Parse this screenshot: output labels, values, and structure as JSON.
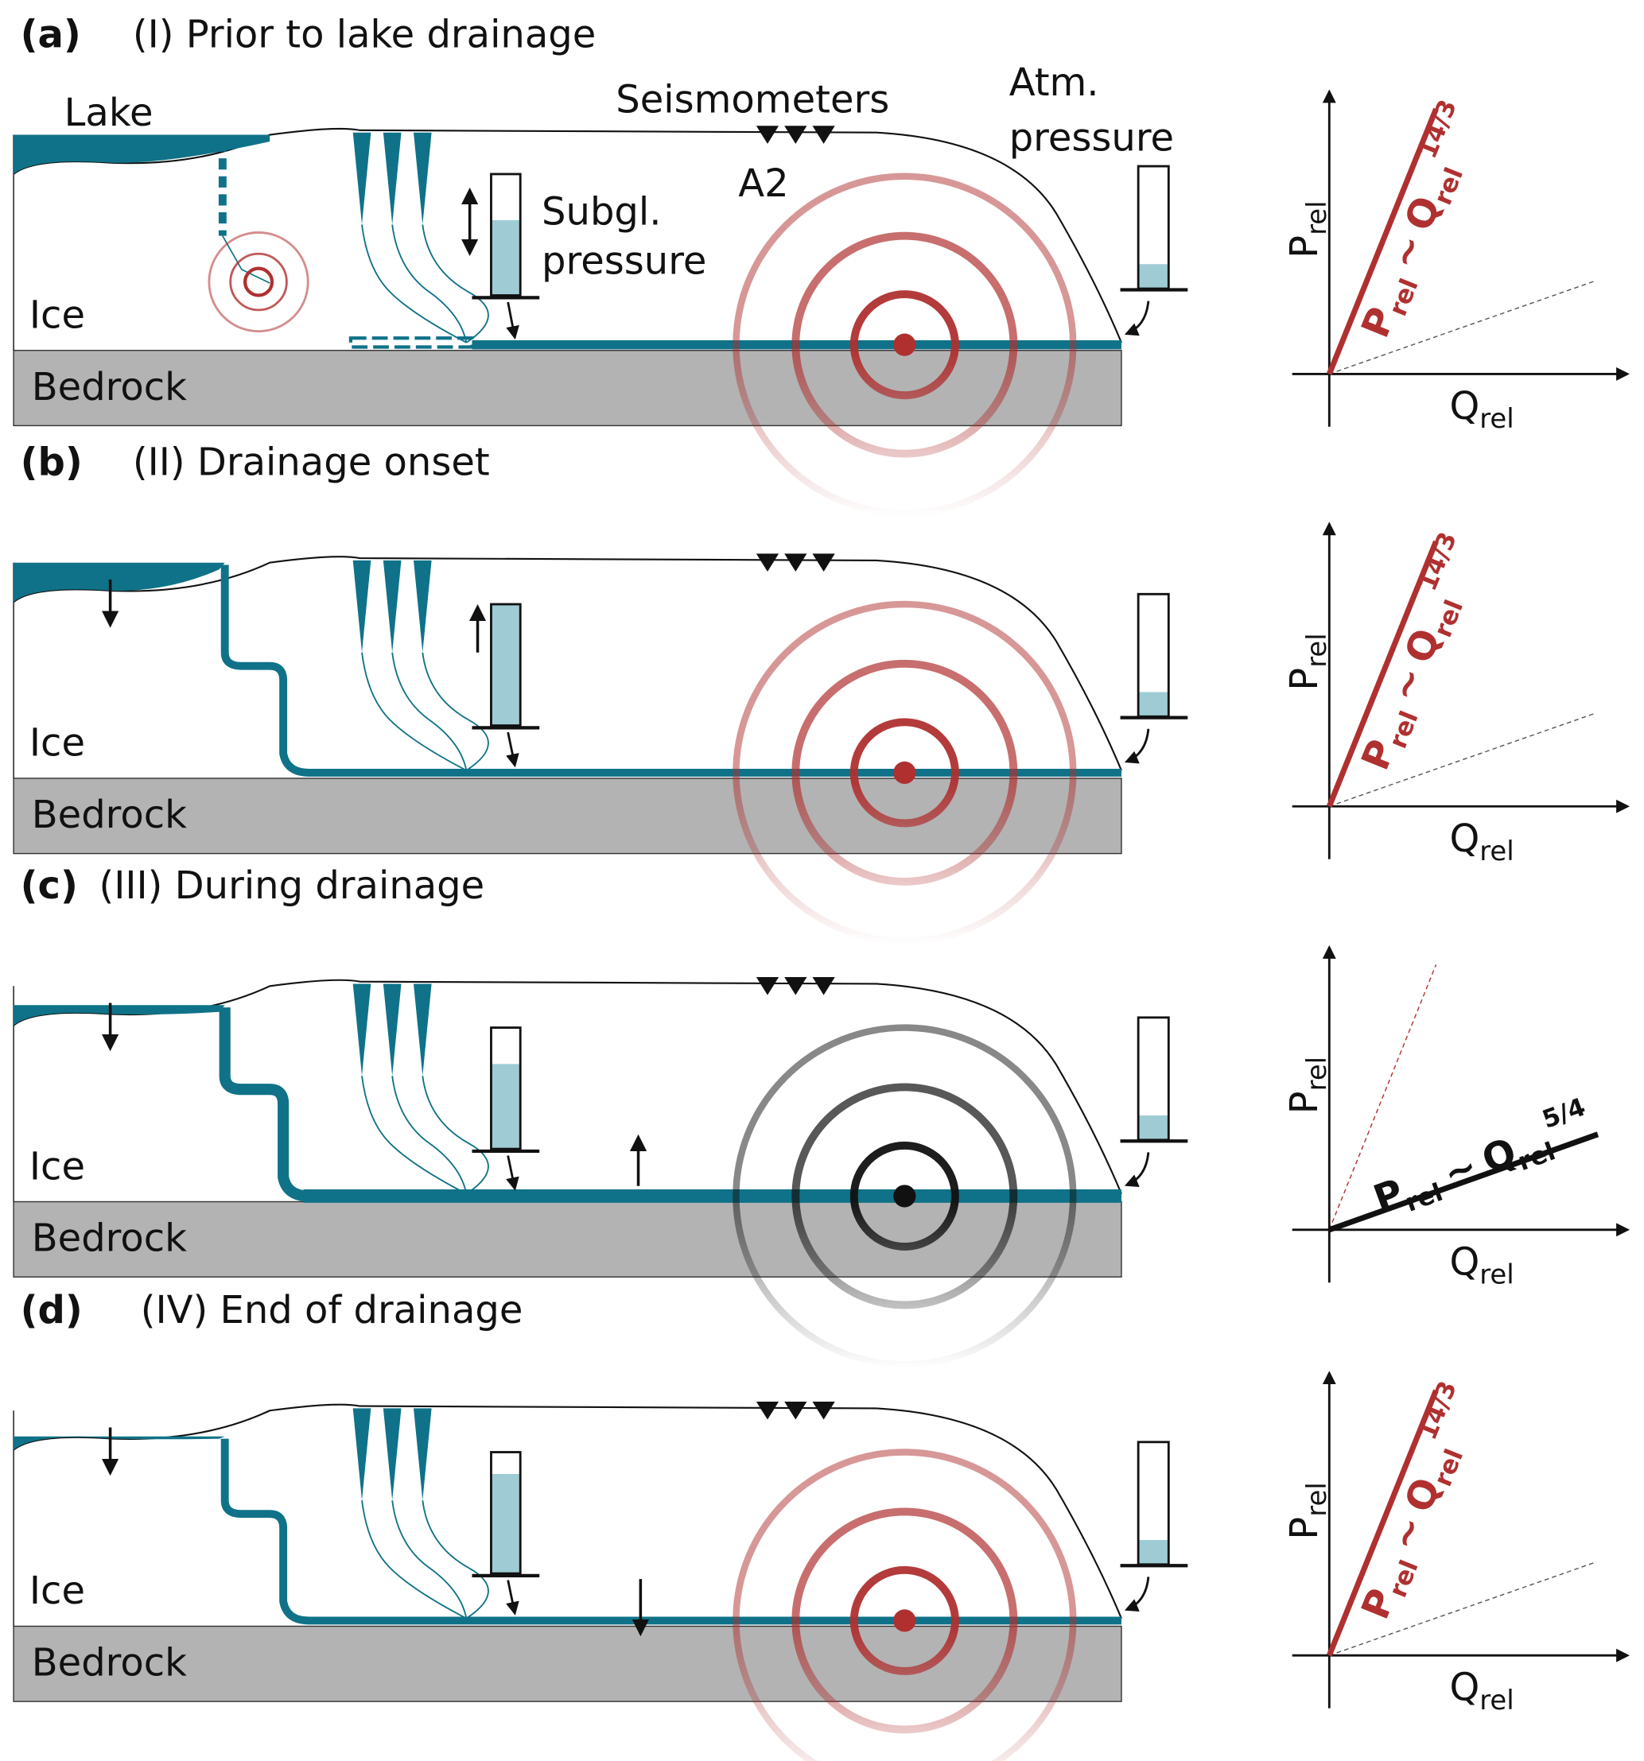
{
  "colors": {
    "water": "#0f7288",
    "gauge_fill": "#9fccd4",
    "bedrock": "#b3b3b3",
    "signal_red": "#b03030",
    "signal_black": "#111111"
  },
  "common": {
    "ice": "Ice",
    "bedrock": "Bedrock"
  },
  "top_labels": {
    "lake": "Lake",
    "seismometers": "Seismometers",
    "station": "A2",
    "atm_line1": "Atm.",
    "atm_line2": "pressure",
    "subgl_line1": "Subgl.",
    "subgl_line2": "pressure"
  },
  "panels": [
    {
      "letter": "(a)",
      "title": "(I) Prior to lake drainage",
      "stage": "prior",
      "subgl_fill": 0.62,
      "atm_fill": 0.2,
      "signal": "red",
      "graph": {
        "y_label": "P",
        "y_sub": "rel",
        "x_label": "Q",
        "x_sub": "rel",
        "eq_p": "P",
        "eq_psub": "rel",
        "eq_tilde": "~",
        "eq_q": "Q",
        "eq_qsub": "rel",
        "eq_exp": "14/3",
        "regime": "steep"
      }
    },
    {
      "letter": "(b)",
      "title": "(II) Drainage onset",
      "stage": "onset",
      "subgl_fill": 1.0,
      "atm_fill": 0.2,
      "signal": "red",
      "graph": {
        "y_label": "P",
        "y_sub": "rel",
        "x_label": "Q",
        "x_sub": "rel",
        "eq_p": "P",
        "eq_psub": "rel",
        "eq_tilde": "~",
        "eq_q": "Q",
        "eq_qsub": "rel",
        "eq_exp": "14/3",
        "regime": "steep"
      }
    },
    {
      "letter": "(c)",
      "title": "(III) During drainage",
      "stage": "during",
      "subgl_fill": 0.7,
      "atm_fill": 0.2,
      "signal": "black",
      "graph": {
        "y_label": "P",
        "y_sub": "rel",
        "x_label": "Q",
        "x_sub": "rel",
        "eq_p": "P",
        "eq_psub": "rel",
        "eq_tilde": "~",
        "eq_q": "Q",
        "eq_qsub": "rel",
        "eq_exp": "5/4",
        "regime": "shallow"
      }
    },
    {
      "letter": "(d)",
      "title": "(IV) End of drainage",
      "stage": "end",
      "subgl_fill": 0.82,
      "atm_fill": 0.2,
      "signal": "red",
      "graph": {
        "y_label": "P",
        "y_sub": "rel",
        "x_label": "Q",
        "x_sub": "rel",
        "eq_p": "P",
        "eq_psub": "rel",
        "eq_tilde": "~",
        "eq_q": "Q",
        "eq_qsub": "rel",
        "eq_exp": "14/3",
        "regime": "steep"
      }
    }
  ]
}
